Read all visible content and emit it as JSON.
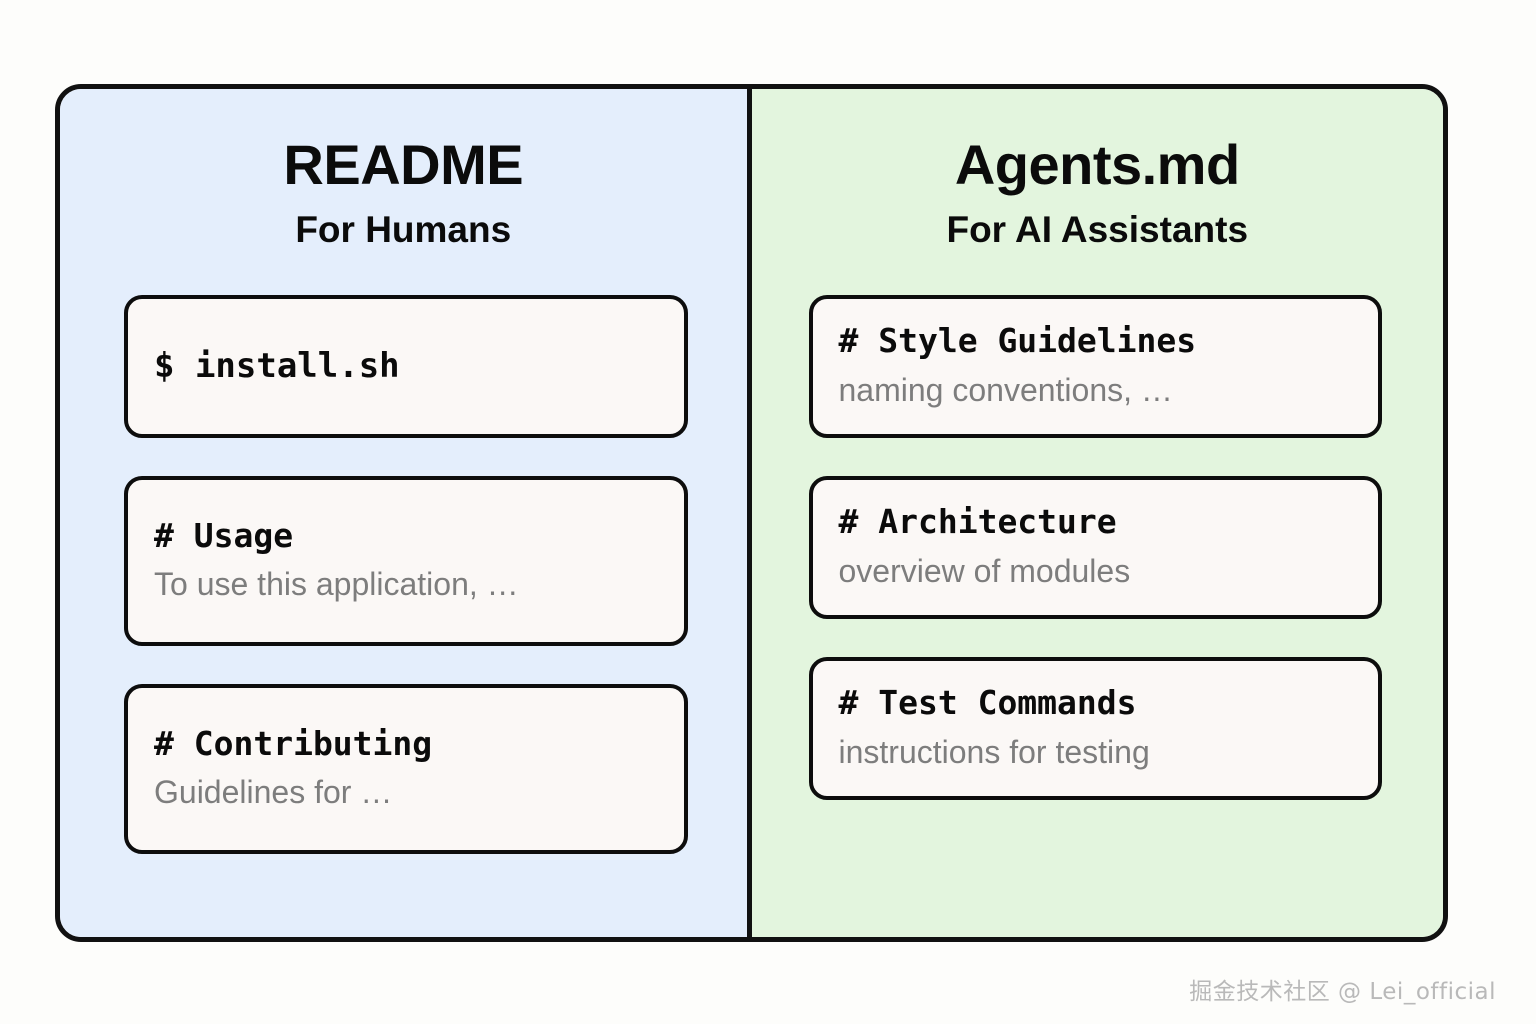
{
  "background_color": "#fdfdfb",
  "frame": {
    "border_color": "#111111"
  },
  "panels": [
    {
      "id": "readme",
      "title": "README",
      "subtitle": "For Humans",
      "background_color": "#e4eefc",
      "cards": [
        {
          "heading": "$ install.sh",
          "desc": ""
        },
        {
          "heading": "# Usage",
          "desc": "To use this application, …"
        },
        {
          "heading": "# Contributing",
          "desc": "Guidelines for …"
        }
      ]
    },
    {
      "id": "agents",
      "title": "Agents.md",
      "subtitle": "For AI Assistants",
      "background_color": "#e3f5de",
      "cards": [
        {
          "heading": "# Style Guidelines",
          "desc": "naming conventions, …"
        },
        {
          "heading": "# Architecture",
          "desc": "overview of modules"
        },
        {
          "heading": "# Test Commands",
          "desc": "instructions for testing"
        }
      ]
    }
  ],
  "watermark": "掘金技术社区 @ Lei_official"
}
